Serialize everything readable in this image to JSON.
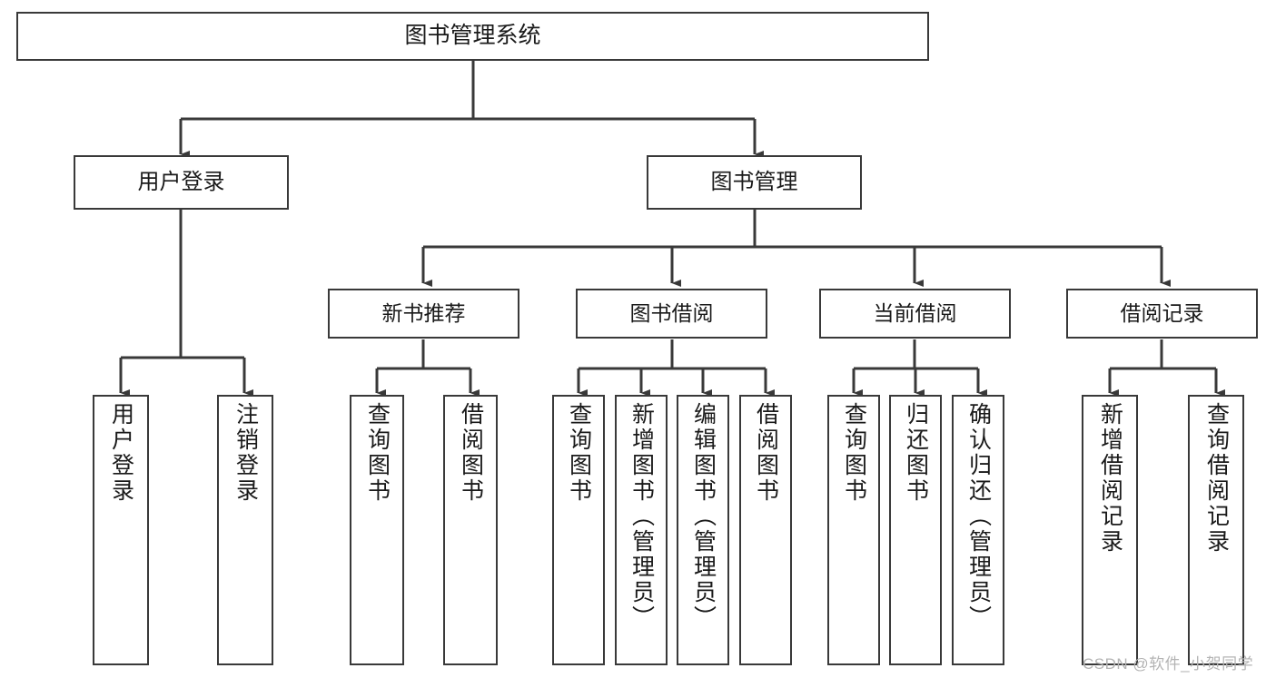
{
  "diagram": {
    "type": "tree-hierarchy",
    "title": "图书管理系统",
    "root": {
      "id": "root",
      "label": "图书管理系统"
    },
    "level1": [
      {
        "id": "user-login",
        "label": "用户登录"
      },
      {
        "id": "book-manage",
        "label": "图书管理"
      }
    ],
    "level2": [
      {
        "id": "new-book-rec",
        "label": "新书推荐"
      },
      {
        "id": "book-borrow",
        "label": "图书借阅"
      },
      {
        "id": "current-borrow",
        "label": "当前借阅"
      },
      {
        "id": "borrow-record",
        "label": "借阅记录"
      }
    ],
    "leaves": [
      {
        "id": "leaf-user-login",
        "label": "用户登录",
        "parent": "user-login"
      },
      {
        "id": "leaf-logout",
        "label": "注销登录",
        "parent": "user-login"
      },
      {
        "id": "leaf-query-book-1",
        "label": "查询图书",
        "parent": "new-book-rec"
      },
      {
        "id": "leaf-borrow-book-1",
        "label": "借阅图书",
        "parent": "new-book-rec"
      },
      {
        "id": "leaf-query-book-2",
        "label": "查询图书",
        "parent": "book-borrow"
      },
      {
        "id": "leaf-add-book",
        "label": "新增图书（管理员）",
        "parent": "book-borrow"
      },
      {
        "id": "leaf-edit-book",
        "label": "编辑图书（管理员）",
        "parent": "book-borrow"
      },
      {
        "id": "leaf-borrow-book-2",
        "label": "借阅图书",
        "parent": "book-borrow"
      },
      {
        "id": "leaf-query-book-3",
        "label": "查询图书",
        "parent": "current-borrow"
      },
      {
        "id": "leaf-return-book",
        "label": "归还图书",
        "parent": "current-borrow"
      },
      {
        "id": "leaf-confirm-return",
        "label": "确认归还（管理员）",
        "parent": "current-borrow"
      },
      {
        "id": "leaf-add-record",
        "label": "新增借阅记录",
        "parent": "borrow-record"
      },
      {
        "id": "leaf-query-record",
        "label": "查询借阅记录",
        "parent": "borrow-record"
      }
    ],
    "watermark": "CSDN @软件_小贺同学",
    "colors": {
      "stroke": "#393939",
      "background": "#ffffff",
      "text": "#1a1a1a",
      "watermark": "#b4b4b4"
    }
  }
}
